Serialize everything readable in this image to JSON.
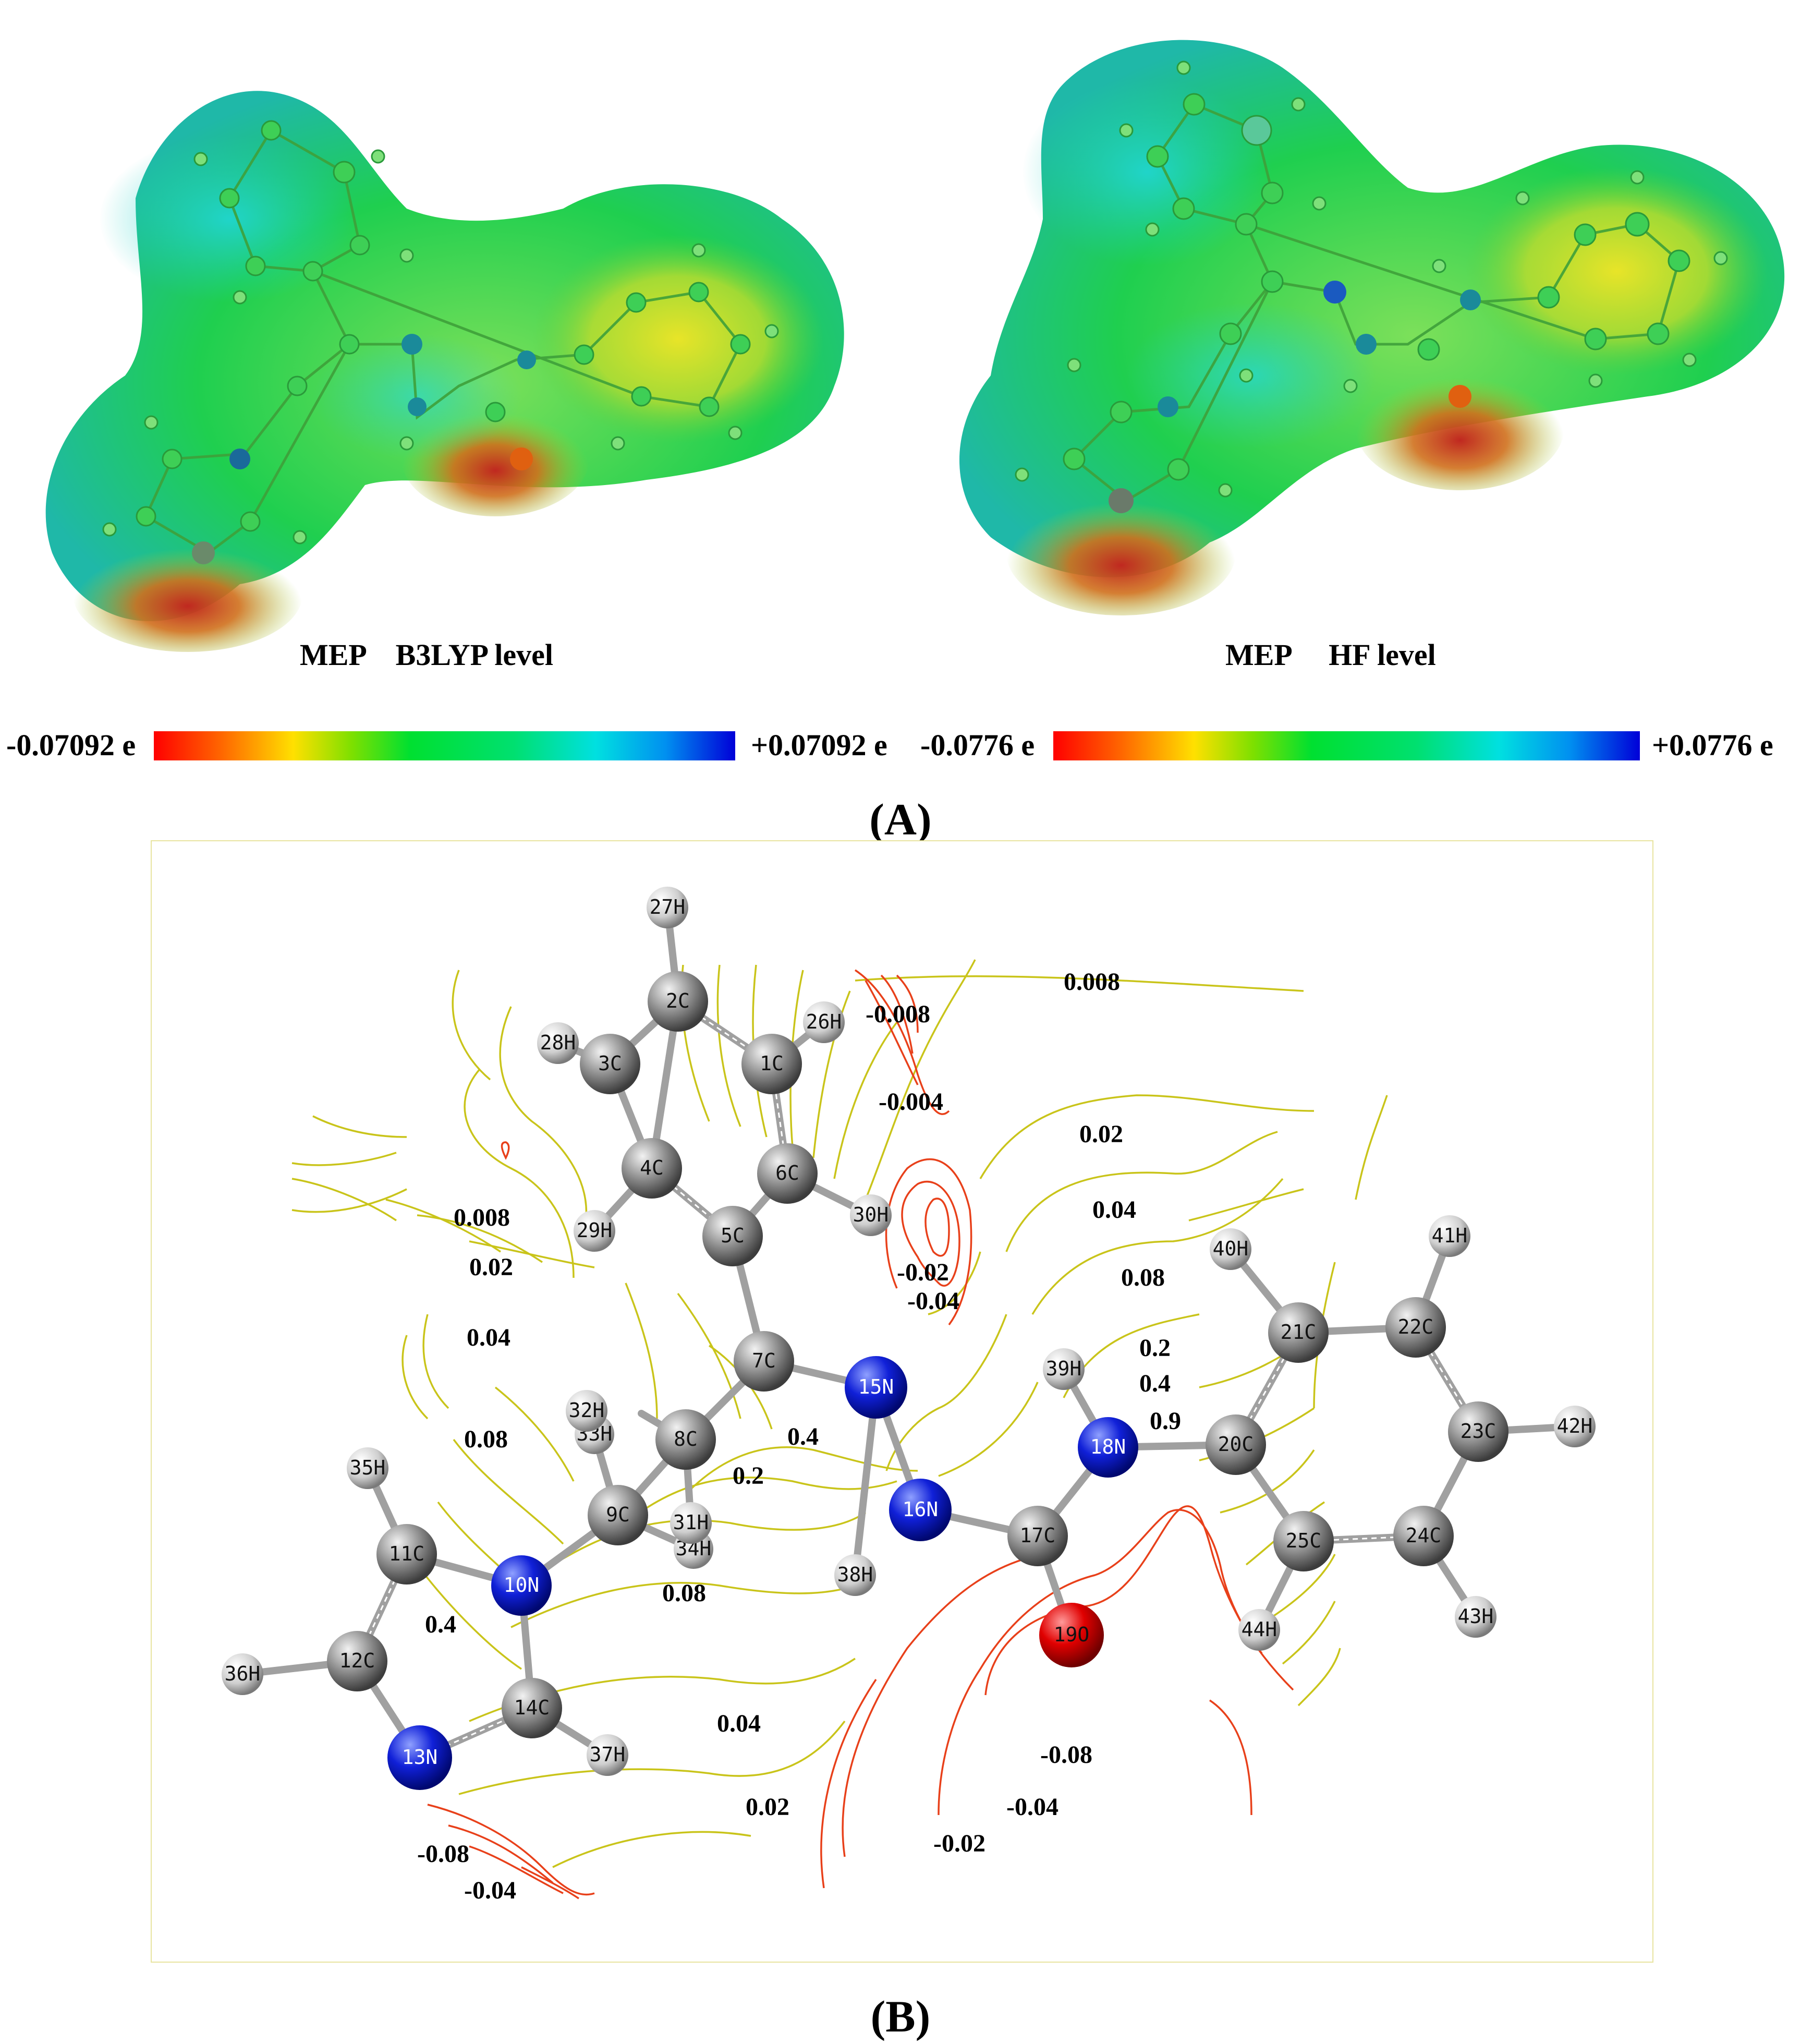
{
  "panel_a": {
    "label": "(A)",
    "maps": [
      {
        "caption": "MEP    B3LYP level",
        "scale_min": "-0.07092 e",
        "scale_max": "+0.07092 e"
      },
      {
        "caption": "MEP     HF level",
        "scale_min": "-0.0776 e",
        "scale_max": "+0.0776 e"
      }
    ]
  },
  "panel_b": {
    "label": "(B)",
    "atoms": [
      "1C",
      "2C",
      "3C",
      "4C",
      "5C",
      "6C",
      "7C",
      "8C",
      "9C",
      "10N",
      "11C",
      "12C",
      "13N",
      "14C",
      "15N",
      "16N",
      "17C",
      "18N",
      "19O",
      "20C",
      "21C",
      "22C",
      "23C",
      "24C",
      "25C",
      "26H",
      "27H",
      "28H",
      "29H",
      "30H",
      "31H",
      "32H",
      "33H",
      "34H",
      "35H",
      "36H",
      "37H",
      "38H",
      "39H",
      "40H",
      "41H",
      "42H",
      "43H",
      "44H"
    ],
    "contour_labels": [
      "0.008",
      "-0.008",
      "-0.004",
      "0.02",
      "0.008",
      "0.04",
      "0.02",
      "0.04",
      "-0.02",
      "-0.04",
      "0.08",
      "0.2",
      "0.4",
      "0.9",
      "0.08",
      "0.4",
      "0.2",
      "0.08",
      "0.4",
      "0.04",
      "-0.08",
      "0.02",
      "-0.04",
      "-0.02",
      "-0.08",
      "-0.04"
    ]
  },
  "colors": {
    "negative": "#e8401a",
    "positive": "#c9c41a",
    "carbon": "#8a8a8a",
    "nitrogen": "#0a14c8",
    "oxygen": "#e00000",
    "hydrogen": "#d6d6d6"
  }
}
